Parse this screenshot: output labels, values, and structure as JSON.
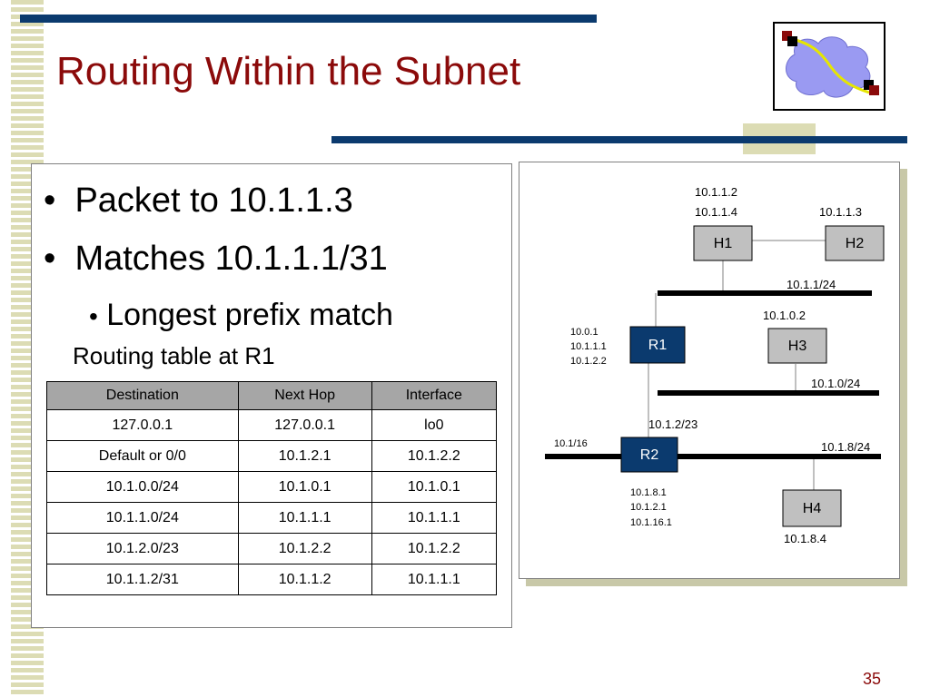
{
  "slide": {
    "title": "Routing Within the Subnet",
    "page_number": "35"
  },
  "bullets": [
    {
      "text": "Packet to 10.1.1.3"
    },
    {
      "text": "Matches 10.1.1.1/31"
    }
  ],
  "sub_bullets": [
    {
      "text": "Longest prefix match"
    }
  ],
  "routing_table": {
    "title": "Routing table at R1",
    "headers": [
      "Destination",
      "Next Hop",
      "Interface"
    ],
    "rows": [
      [
        "127.0.0.1",
        "127.0.0.1",
        "lo0"
      ],
      [
        "Default or 0/0",
        "10.1.2.1",
        "10.1.2.2"
      ],
      [
        "10.1.0.0/24",
        "10.1.0.1",
        "10.1.0.1"
      ],
      [
        "10.1.1.0/24",
        "10.1.1.1",
        "10.1.1.1"
      ],
      [
        "10.1.2.0/23",
        "10.1.2.2",
        "10.1.2.2"
      ],
      [
        "10.1.1.2/31",
        "10.1.1.2",
        "10.1.1.1"
      ]
    ]
  },
  "network": {
    "nodes": {
      "H1": {
        "label": "H1",
        "addresses": [
          "10.1.1.2",
          "10.1.1.4"
        ]
      },
      "H2": {
        "label": "H2",
        "addresses": [
          "10.1.1.3"
        ]
      },
      "H3": {
        "label": "H3",
        "addresses": [
          "10.1.0.2"
        ]
      },
      "H4": {
        "label": "H4",
        "addresses": [
          "10.1.8.4"
        ]
      },
      "R1": {
        "label": "R1",
        "addresses": [
          "10.0.1",
          "10.1.1.1",
          "10.1.2.2"
        ]
      },
      "R2": {
        "label": "R2",
        "addresses": [
          "10.1.8.1",
          "10.1.2.1",
          "10.1.16.1"
        ]
      }
    },
    "subnets": {
      "s1": "10.1.1/24",
      "s0": "10.1.0/24",
      "s2": "10.1.2/23",
      "s16": "10.1/16",
      "s8": "10.1.8/24"
    },
    "colors": {
      "router": "#0b3a6e",
      "host": "#c0c0c0"
    }
  }
}
